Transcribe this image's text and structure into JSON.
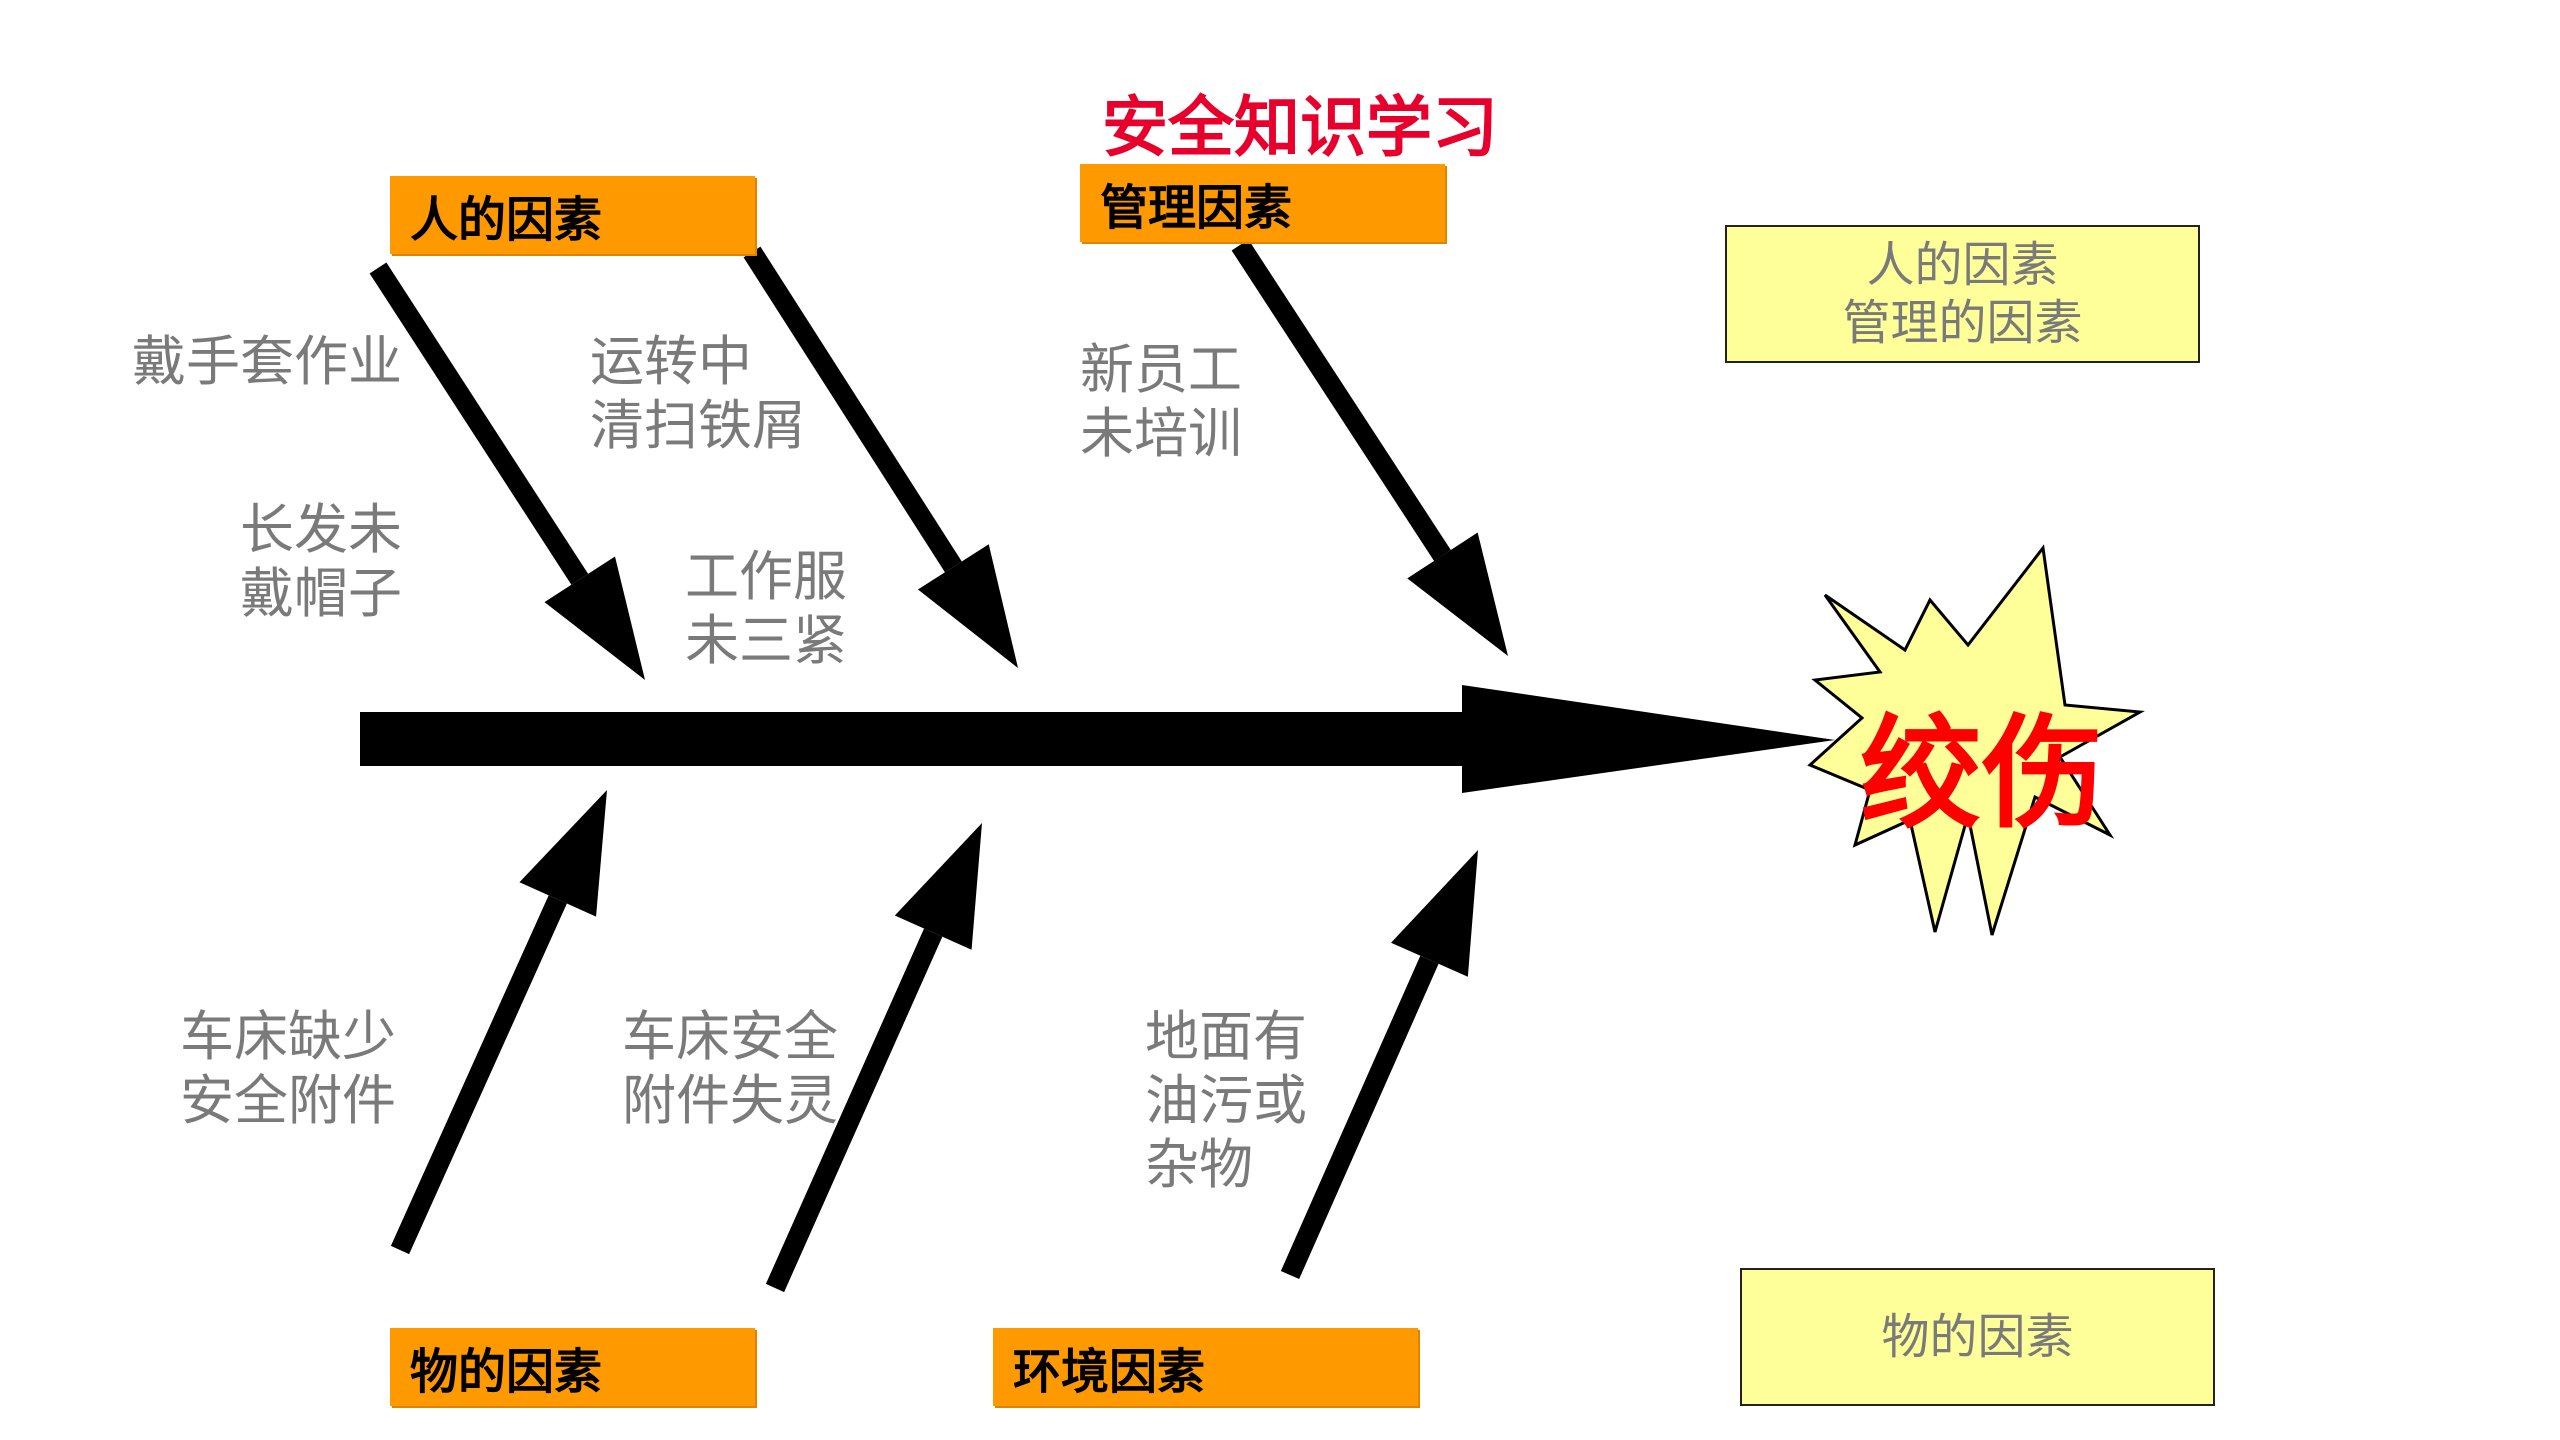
{
  "title": "安全知识学习",
  "effect": "绞伤",
  "categories": {
    "people": "人的因素",
    "management": "管理因素",
    "material": "物的因素",
    "environment": "环境因素"
  },
  "causes": {
    "gloves": "戴手套作业",
    "long_hair": "长发未\n戴帽子",
    "cleaning": "运转中\n清扫铁屑",
    "workwear": "工作服\n未三紧",
    "training": "新员工\n未培训",
    "lathe_missing": "车床缺少\n安全附件",
    "lathe_fail": "车床安全\n附件失灵",
    "floor": "地面有\n油污或\n杂物"
  },
  "legend": {
    "top_line1": "人的因素",
    "top_line2": "管理的因素",
    "bottom": "物的因素"
  },
  "colors": {
    "title": "#e8002d",
    "category_bg": "#ff9900",
    "legend_bg": "#ffff99",
    "effect_text": "#ff0000",
    "starburst_fill": "#ffff99",
    "cause_text": "#7a7a7a"
  }
}
